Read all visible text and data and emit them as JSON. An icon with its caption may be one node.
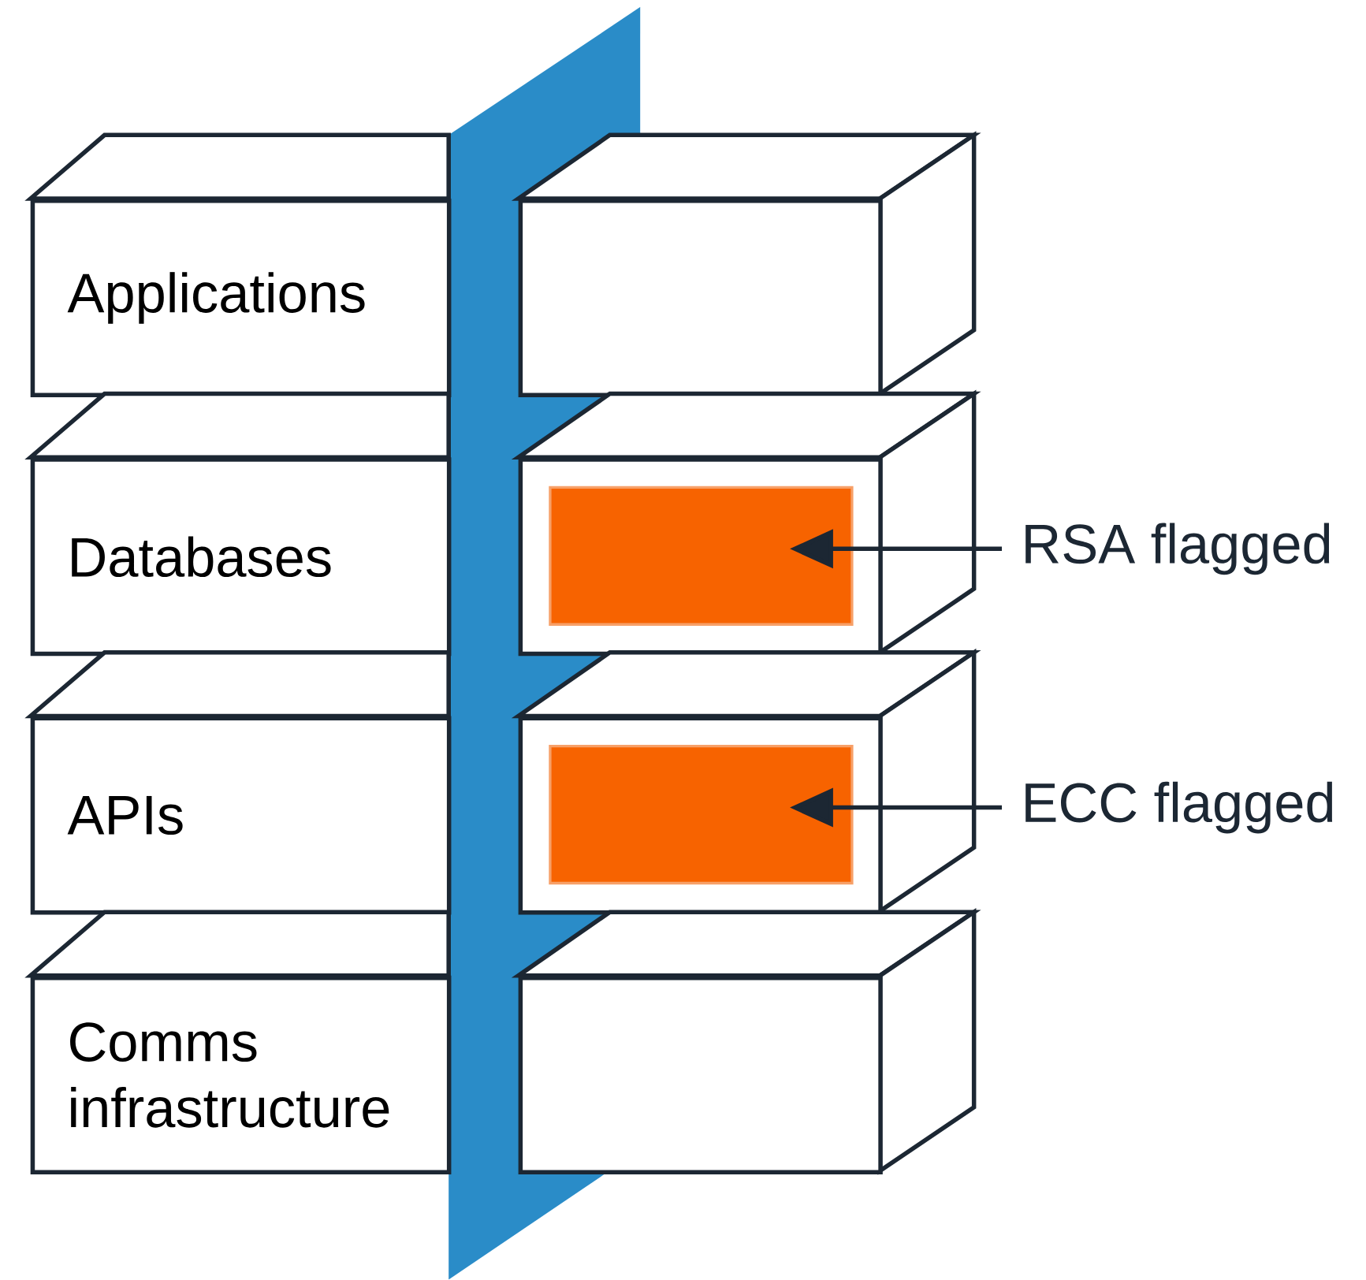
{
  "diagram": {
    "nodes": [
      {
        "text": [
          "Applications"
        ]
      },
      {
        "text": [],
        "shape": "box"
      },
      {
        "text": [
          "Databases"
        ]
      },
      {
        "text": [],
        "shape": "box"
      },
      {
        "text": [],
        "shape": "box",
        "in": 3
      },
      {
        "text": [
          "RSA flagged"
        ]
      },
      {
        "text": [
          "APIs"
        ]
      },
      {
        "text": [],
        "shape": "box"
      },
      {
        "text": [],
        "shape": "box",
        "in": 7
      },
      {
        "text": [
          "ECC flagged"
        ]
      },
      {
        "text": [
          "Comms infrastructure"
        ]
      },
      {
        "text": [],
        "shape": "box"
      }
    ],
    "edges": [
      {
        "from": 5,
        "to": 4,
        "arrow": "to"
      },
      {
        "from": 9,
        "to": 8,
        "arrow": "to"
      }
    ]
  }
}
